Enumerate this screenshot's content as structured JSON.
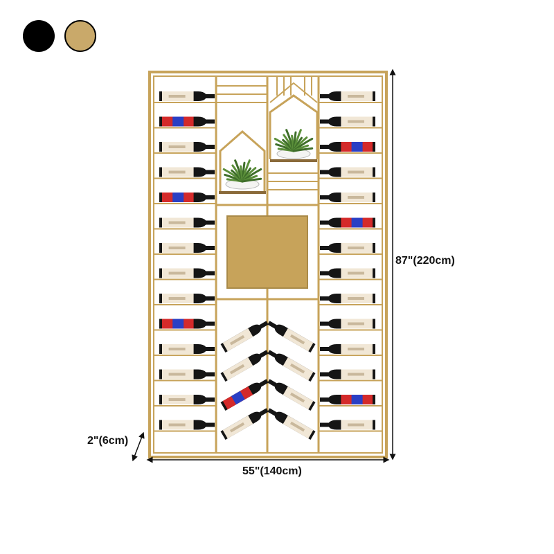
{
  "colors": {
    "swatch_black": "#000000",
    "swatch_gold": "#c9a96a",
    "frame_gold": "#c7a35a",
    "bottle_black": "#151515",
    "label_cream": "#f1e7d6",
    "label_red": "#d42a2a",
    "label_blue": "#2a3fc4"
  },
  "color_options": [
    "black-swatch",
    "gold-swatch"
  ],
  "dimensions": {
    "height": "87\"(220cm)",
    "width": "55\"(140cm)",
    "depth": "2\"(6cm)"
  },
  "rack": {
    "left_column_labels": [
      "cream",
      "red",
      "cream",
      "cream",
      "red",
      "cream",
      "cream",
      "cream",
      "cream",
      "red",
      "cream",
      "cream",
      "cream",
      "cream"
    ],
    "right_column_labels": [
      "cream",
      "cream",
      "red",
      "cream",
      "cream",
      "red",
      "cream",
      "cream",
      "cream",
      "cream",
      "cream",
      "cream",
      "red",
      "cream"
    ],
    "diagonal_left_labels": [
      "cream",
      "cream",
      "red",
      "cream"
    ],
    "diagonal_right_labels": [
      "cream",
      "cream",
      "cream",
      "cream"
    ],
    "plants": 2
  }
}
